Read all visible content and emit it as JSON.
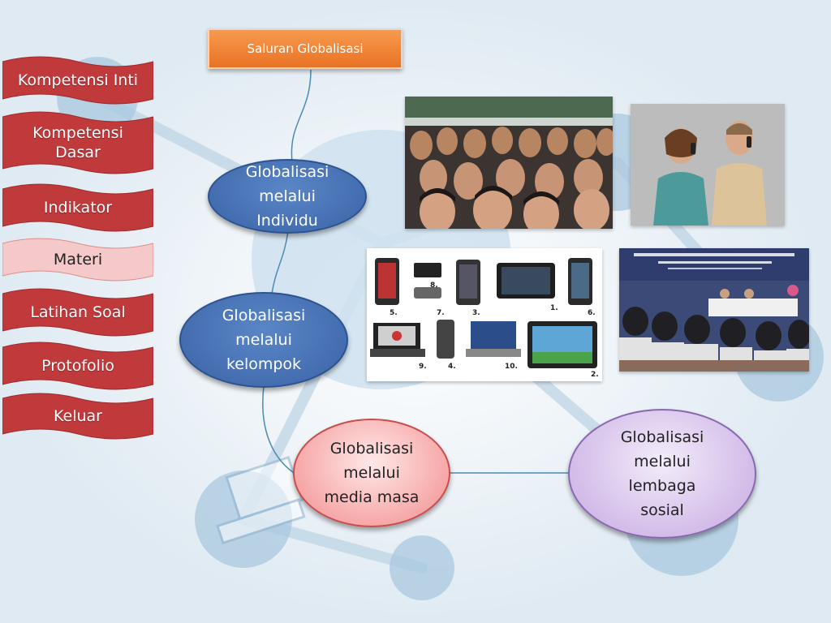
{
  "title": "Saluran Globalisasi",
  "nav": [
    {
      "label": "Kompetensi Inti"
    },
    {
      "label": "Kompetensi Dasar"
    },
    {
      "label": "Indikator"
    },
    {
      "label": "Materi"
    },
    {
      "label": "Latihan Soal"
    },
    {
      "label": "Protofolio"
    },
    {
      "label": "Keluar"
    }
  ],
  "nodes": {
    "individu": {
      "label": "Globalisasi melalui Individu"
    },
    "kelompok": {
      "label": "Globalisasi melalui kelompok"
    },
    "media": {
      "label": "Globalisasi melalui media masa"
    },
    "lembaga": {
      "label": "Globalisasi melalui lembaga sosial"
    }
  },
  "device_numbers": [
    "5.",
    "8.",
    "7.",
    "3.",
    "1.",
    "6.",
    "9.",
    "4.",
    "10.",
    "2."
  ],
  "colors": {
    "nav_fill": "#c0393b",
    "nav_active_fill": "#f5c9c9",
    "title_fill": "#ee7b2c",
    "node_blue": "#3f6bb0",
    "node_pink": "#f7a9a9",
    "node_purple": "#d9c4ee"
  }
}
